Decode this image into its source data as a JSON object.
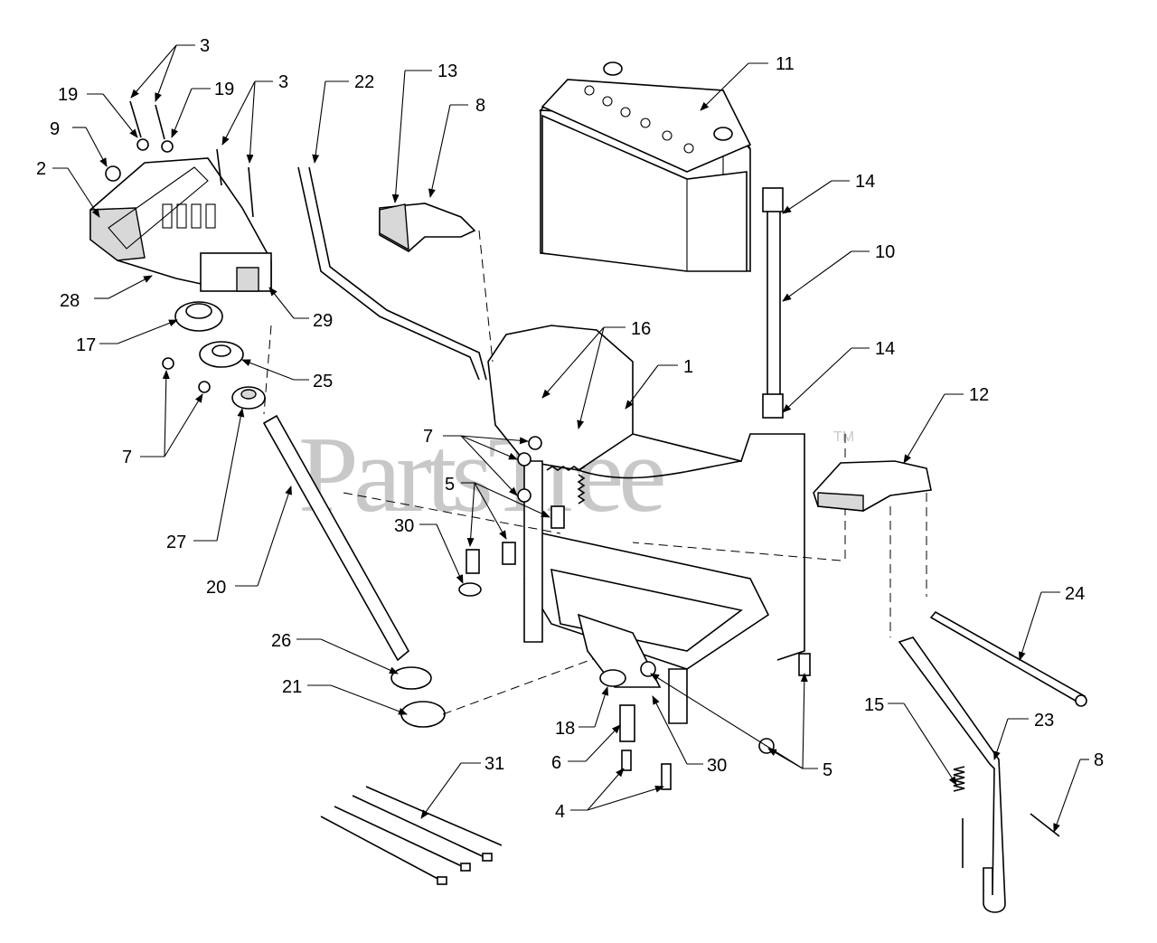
{
  "watermark": {
    "text": "PartsTree",
    "tm": "TM"
  },
  "callouts": {
    "c1": "1",
    "c2": "2",
    "c3a": "3",
    "c3b": "3",
    "c4": "4",
    "c5a": "5",
    "c5b": "5",
    "c6": "6",
    "c7a": "7",
    "c7b": "7",
    "c8a": "8",
    "c8b": "8",
    "c9": "9",
    "c10": "10",
    "c11": "11",
    "c12": "12",
    "c13": "13",
    "c14a": "14",
    "c14b": "14",
    "c15": "15",
    "c16": "16",
    "c17": "17",
    "c18": "18",
    "c19a": "19",
    "c19b": "19",
    "c20": "20",
    "c21": "21",
    "c22": "22",
    "c23": "23",
    "c24": "24",
    "c25": "25",
    "c26": "26",
    "c27": "27",
    "c28": "28",
    "c29": "29",
    "c30a": "30",
    "c30b": "30",
    "c31": "31"
  }
}
